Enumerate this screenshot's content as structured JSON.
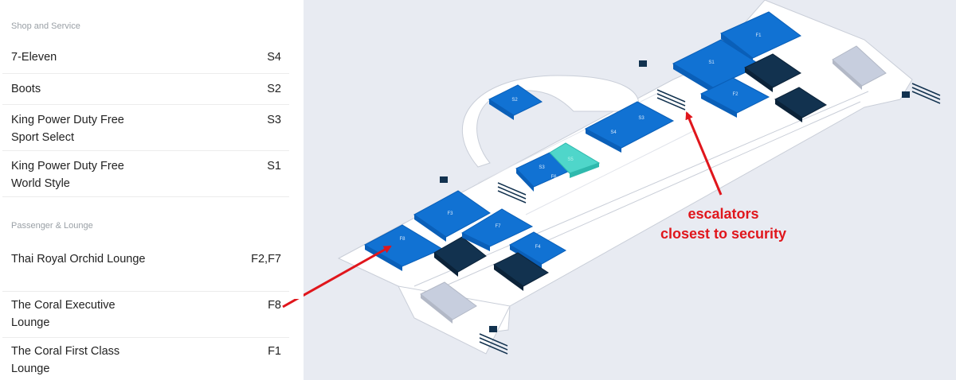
{
  "sidebar": {
    "sections": [
      {
        "header": "Shop and Service",
        "items": [
          {
            "name": "7-Eleven",
            "code": "S4"
          },
          {
            "name": "Boots",
            "code": "S2"
          },
          {
            "name": "King Power Duty Free Sport Select",
            "code": "S3"
          },
          {
            "name": "King Power Duty Free World Style",
            "code": "S1"
          }
        ]
      },
      {
        "header": "Passenger & Lounge",
        "items": [
          {
            "name": "Thai Royal Orchid Lounge",
            "code": "F2,F7"
          },
          {
            "name": "The Coral Executive Lounge",
            "code": "F8"
          },
          {
            "name": "The Coral First Class Lounge",
            "code": "F1"
          }
        ]
      }
    ]
  },
  "map": {
    "annotation_line1": "escalators",
    "annotation_line2": "closest to security",
    "colors": {
      "background": "#e8ebf2",
      "floor": "#ffffff",
      "lounge": "#1172d3",
      "escalator": "#12324f",
      "service": "#4fd6ca",
      "annotation": "#e0161c"
    },
    "labels": {
      "f1": "F1",
      "s1": "S1",
      "f2": "F2",
      "s2": "S2",
      "s4": "S4",
      "s3": "S3",
      "s5": "S5",
      "f6": "F6",
      "f3": "F3",
      "f8": "F8",
      "f7": "F7",
      "f4": "F4"
    }
  }
}
